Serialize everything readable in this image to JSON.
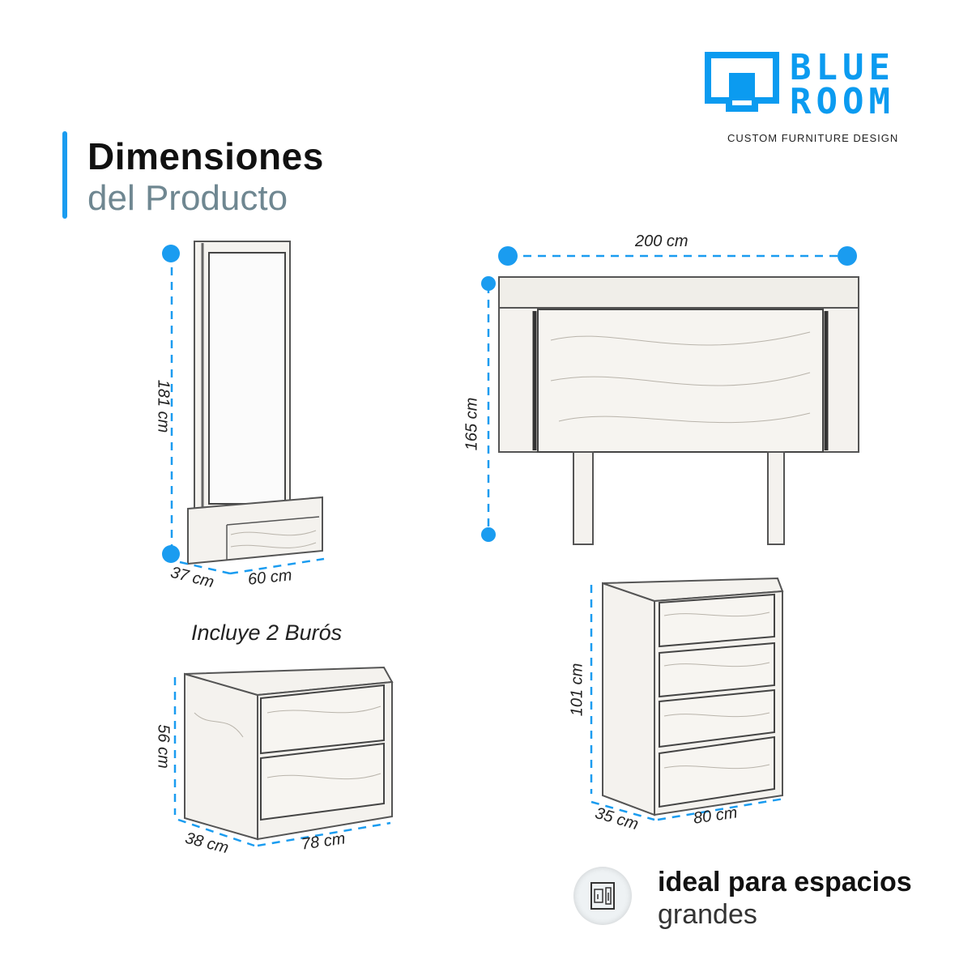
{
  "header": {
    "title_line1": "Dimensiones",
    "title_line2": "del Producto"
  },
  "brand": {
    "name_line1": "BLUE",
    "name_line2": "ROOM",
    "tagline": "CUSTOM FURNITURE DESIGN",
    "color": "#0b9bf0"
  },
  "products": {
    "mirror": {
      "height": "181 cm",
      "depth": "37 cm",
      "width": "60 cm"
    },
    "headboard": {
      "width": "200 cm",
      "height": "165 cm"
    },
    "nightstand": {
      "caption": "Incluye 2 Burós",
      "height": "56 cm",
      "depth": "38 cm",
      "width": "78 cm"
    },
    "dresser": {
      "height": "101 cm",
      "depth": "35 cm",
      "width": "80 cm"
    }
  },
  "feature": {
    "icon": "room-space-icon",
    "text_bold": "ideal para espacios",
    "text_light": "grandes"
  },
  "colors": {
    "accent": "#1a9cf0",
    "title_gray": "#6f8791"
  }
}
